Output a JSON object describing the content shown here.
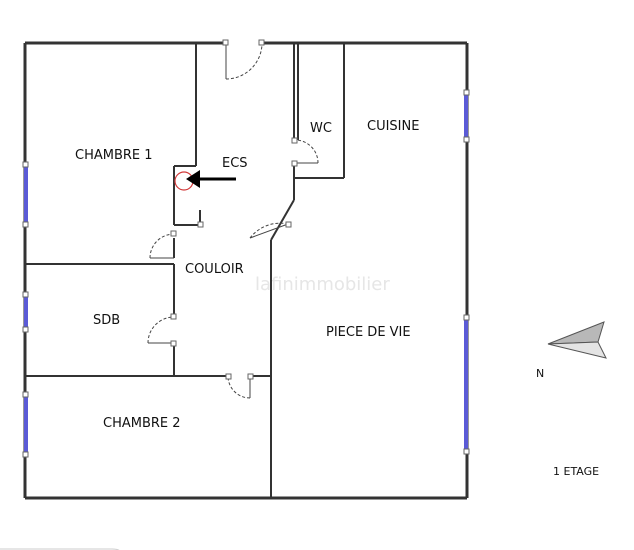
{
  "rooms": {
    "chambre1": "CHAMBRE 1",
    "ecs": "ECS",
    "wc": "WC",
    "cuisine": "CUISINE",
    "couloir": "COULOIR",
    "sdb": "SDB",
    "piece_de_vie": "PIECE DE VIE",
    "chambre2": "CHAMBRE 2"
  },
  "compass": {
    "north_label": "N"
  },
  "floor": {
    "label": "1 ETAGE"
  },
  "watermark": {
    "text": "lafinimmobilier"
  },
  "colors": {
    "wall": "#333333",
    "window": "#5b5bd6",
    "ecs_marker": "#d23a3a",
    "compass_fill": "#b8b8b8"
  }
}
